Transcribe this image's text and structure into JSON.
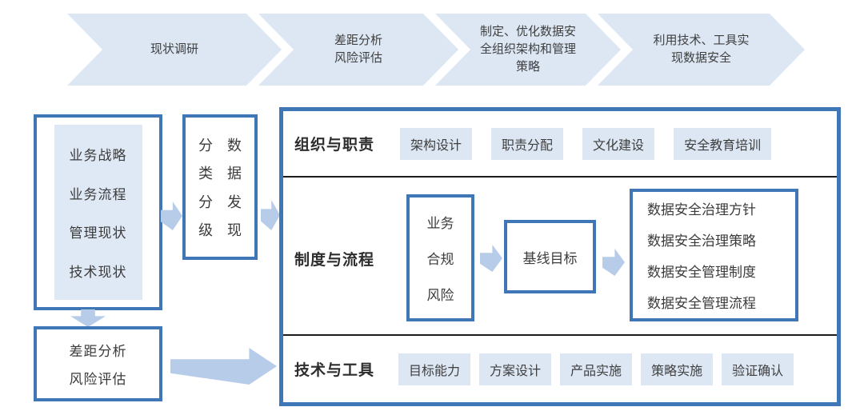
{
  "colors": {
    "border_blue": "#3f76b6",
    "fill_light": "#dce7f3",
    "panel_light": "#dfe9f5",
    "arrow_blue": "#b7cce9",
    "divider_dark": "#1c1c1c",
    "text_dark": "#3b3b3b"
  },
  "flow_steps": [
    {
      "lines": [
        "现状调研"
      ]
    },
    {
      "lines": [
        "差距分析",
        "风险评估"
      ]
    },
    {
      "lines": [
        "制定、优化数据安",
        "全组织架构和管理",
        "策略"
      ]
    },
    {
      "lines": [
        "利用技术、工具实",
        "现数据安全"
      ]
    }
  ],
  "left_panel": {
    "current_state": {
      "items": [
        "业务战略",
        "业务流程",
        "管理现状",
        "技术现状"
      ]
    },
    "data_classification": {
      "columns": [
        {
          "chars": [
            "分",
            "类",
            "分",
            "级"
          ]
        },
        {
          "chars": [
            "数",
            "据",
            "发",
            "现"
          ]
        }
      ]
    },
    "gap_analysis": {
      "lines": [
        "差距分析",
        "风险评估"
      ]
    }
  },
  "governance": {
    "rows": [
      {
        "title": "组织与职责",
        "chips": [
          "架构设计",
          "职责分配",
          "文化建设",
          "安全教育培训"
        ]
      },
      {
        "title": "制度与流程",
        "compliance_lines": [
          "业务",
          "合规",
          "风险"
        ],
        "baseline_label": "基线目标",
        "policy_lines": [
          "数据安全治理方针",
          "数据安全治理策略",
          "数据安全管理制度",
          "数据安全管理流程"
        ]
      },
      {
        "title": "技术与工具",
        "chips": [
          "目标能力",
          "方案设计",
          "产品实施",
          "策略实施",
          "验证确认"
        ]
      }
    ]
  }
}
